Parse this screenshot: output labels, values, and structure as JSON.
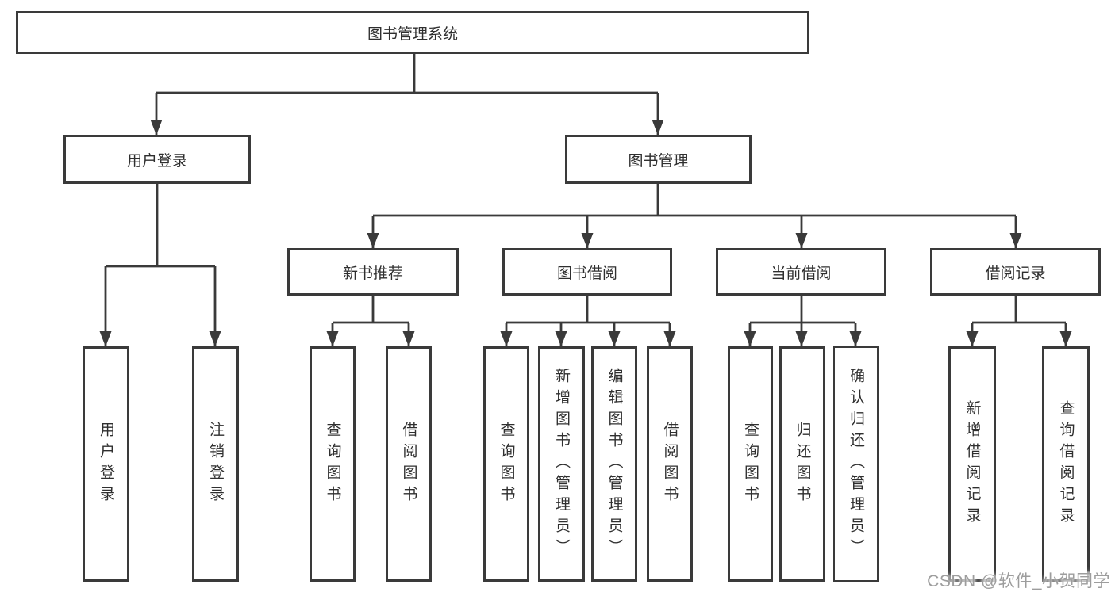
{
  "diagram": {
    "root_label": "图书管理系统",
    "branches": [
      {
        "label": "用户登录",
        "children": [
          "用户登录",
          "注销登录"
        ]
      },
      {
        "label": "图书管理",
        "groups": [
          {
            "label": "新书推荐",
            "children": [
              "查询图书",
              "借阅图书"
            ]
          },
          {
            "label": "图书借阅",
            "children": [
              "查询图书",
              "新增图书（管理员）",
              "编辑图书（管理员）",
              "借阅图书"
            ]
          },
          {
            "label": "当前借阅",
            "children": [
              "查询图书",
              "归还图书",
              "确认归还（管理员）"
            ]
          },
          {
            "label": "借阅记录",
            "children": [
              "新增借阅记录",
              "查询借阅记录"
            ]
          }
        ]
      }
    ]
  },
  "watermark": {
    "text": "CSDN @软件_小贺同学"
  },
  "colors": {
    "line": "#3a3a3a",
    "text": "#2f2f2f",
    "background": "#ffffff",
    "watermark": "#9d9d9d"
  }
}
